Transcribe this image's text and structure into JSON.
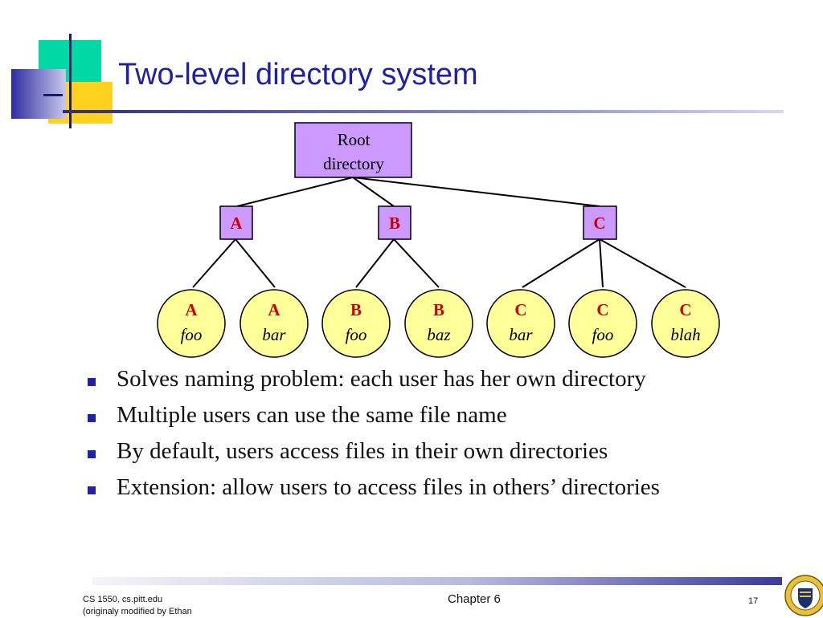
{
  "title": "Two-level directory system",
  "diagram": {
    "root": {
      "line1": "Root",
      "line2": "directory"
    },
    "users": [
      {
        "label": "A"
      },
      {
        "label": "B"
      },
      {
        "label": "C"
      }
    ],
    "files": [
      {
        "owner": "A",
        "name": "foo"
      },
      {
        "owner": "A",
        "name": "bar"
      },
      {
        "owner": "B",
        "name": "foo"
      },
      {
        "owner": "B",
        "name": "baz"
      },
      {
        "owner": "C",
        "name": "bar"
      },
      {
        "owner": "C",
        "name": "foo"
      },
      {
        "owner": "C",
        "name": "blah"
      }
    ],
    "colors": {
      "directory_fill": "#cc99ff",
      "file_fill": "#ffff99",
      "label_red": "#cc0000"
    }
  },
  "bullets": [
    "Solves naming problem: each user has her own directory",
    "Multiple users can use the same file name",
    "By default, users access files in their own directories",
    "Extension: allow users to access files in others’ directories"
  ],
  "footer": {
    "course_line1": "CS 1550, cs.pitt.edu",
    "course_line2": "(originaly modified by Ethan",
    "chapter": "Chapter 6",
    "page_number": "17"
  }
}
